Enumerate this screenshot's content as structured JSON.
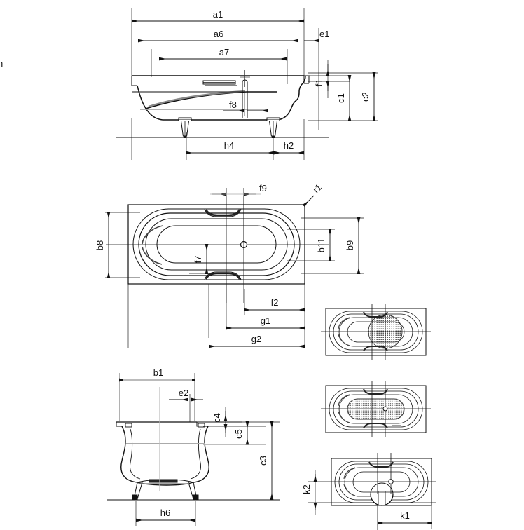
{
  "drawing": {
    "type": "technical-dimension-drawing",
    "subject": "Rectangular steel-enamel bathtub with oval bathing well",
    "background_color": "#ffffff",
    "line_color": "#111111",
    "thin_line_color": "#444444",
    "hatch_color": "#555555",
    "views": [
      {
        "id": "front-elevation",
        "name": "front-elevation-view",
        "dimension_labels": [
          "a1",
          "a6",
          "a7",
          "e1",
          "f1",
          "c1",
          "c2",
          "f8",
          "h4",
          "h2"
        ]
      },
      {
        "id": "top-plan",
        "name": "top-plan-view",
        "dimension_labels": [
          "f9",
          "r1",
          "b8",
          "b11",
          "b9",
          "f7",
          "f2",
          "g1",
          "g2"
        ]
      },
      {
        "id": "side-elevation",
        "name": "side-elevation-view",
        "dimension_labels": [
          "b1",
          "e2",
          "c4",
          "c5",
          "c3",
          "h6"
        ]
      },
      {
        "id": "detail-plan-1",
        "name": "detail-plan-circular-zone",
        "dimension_labels": []
      },
      {
        "id": "detail-plan-2",
        "name": "detail-plan-oval-zone",
        "dimension_labels": []
      },
      {
        "id": "detail-plan-3",
        "name": "detail-plan-waste-outlet",
        "dimension_labels": [
          "k2",
          "k1"
        ]
      }
    ]
  },
  "labels": {
    "a1": "a1",
    "a6": "a6",
    "a7": "a7",
    "e1": "e1",
    "f1": "f1",
    "c1": "c1",
    "c2": "c2",
    "f8": "f8",
    "h4": "h4",
    "h2": "h2",
    "f9": "f9",
    "r1": "r1",
    "b8": "b8",
    "b11": "b11",
    "b9": "b9",
    "f7": "f7",
    "f2": "f2",
    "g1": "g1",
    "g2": "g2",
    "b1": "b1",
    "e2": "e2",
    "c4": "c4",
    "c5": "c5",
    "c3": "c3",
    "h6": "h6",
    "k2": "k2",
    "k1": "k1",
    "edge_mark": "n"
  }
}
